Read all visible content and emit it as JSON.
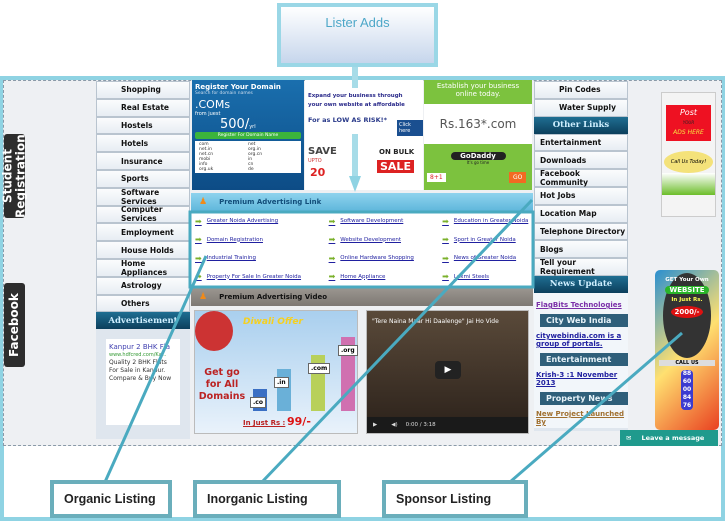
{
  "annotations": {
    "top": "Lister Adds",
    "organic": "Organic Listing",
    "inorganic": "Inorganic Listing",
    "sponsor": "Sponsor Listing"
  },
  "side_tabs": [
    "Student Registration",
    "Facebook"
  ],
  "left_menu": [
    "Shopping",
    "Real Estate",
    "Hostels",
    "Hotels",
    "Insurance",
    "Sports",
    "Software Services",
    "Computer Services",
    "Employment",
    "House Holds",
    "Home Appliances",
    "Astrology",
    "Others"
  ],
  "advertisement": {
    "header": "Advertisement",
    "title": "Kanpur 2 BHK Fla",
    "url": "www.hdfcred.com/Ka...",
    "body": "Quality 2 BHK Flats For Sale in Kanpur. Compare & Buy Now"
  },
  "top_ads": {
    "domain": {
      "title": "Register Your Domain",
      "sub": "Search for domain names",
      "com": ".COMs",
      "from": "from juest",
      "price": "500/",
      "unit": "yrl",
      "button": "Register For Domain Name",
      "tlds": [
        "com",
        "net",
        "net.in",
        "org.in",
        "net.cn",
        "org.cn",
        "mobi",
        "in",
        "info",
        "cn",
        "org.uk",
        "de"
      ]
    },
    "website": {
      "line1": "Expand your business through",
      "line2": "your own website at affordable",
      "line3": "For as LOW AS RISK!*",
      "click": "Click here",
      "save": "SAVE",
      "upto": "UPTO",
      "pct": "20",
      "bulk": "ON BULK",
      "sale": "SALE"
    },
    "godaddy": {
      "head": "Establish your business online today.",
      "price": "Rs.163*.com",
      "brand": "GoDaddy",
      "tag": "It's go time",
      "plus": "8+1",
      "go": "GO"
    }
  },
  "premium_link": {
    "header": "Premium Advertising Link",
    "links": [
      "Greater Noida Advertising",
      "Software Development",
      "Education in Greater Noida",
      "Domain Registration",
      "Website Development",
      "Sport in Greater Noida",
      "Industrial Training",
      "Online Hardware Shopping",
      "News of Greater Noida",
      "Property For Sale In Greater Noida",
      "Home Appliance",
      "Laxmi Steels"
    ]
  },
  "premium_video": {
    "header": "Premium Advertising Video",
    "diwali": {
      "title": "Diwali Offer",
      "tagline": "Get go for All Domains",
      "tlds": [
        ".co",
        ".in",
        ".com",
        ".org"
      ],
      "price_label": "In Just Rs :",
      "price": "99/-"
    },
    "video": {
      "title": "\"Tere Naina Maar Hi Daalenge\" Jai Ho Vide",
      "time": "0:00 / 3:18"
    }
  },
  "right_menu": {
    "top": [
      "Pin Codes",
      "Water Supply"
    ],
    "other_header": "Other Links",
    "other": [
      "Entertainment",
      "Downloads",
      "Facebook Community",
      "Hot Jobs",
      "Location Map",
      "Telephone Directory",
      "Blogs",
      "Tell your Requirement"
    ],
    "news_header": "News Update",
    "news": [
      {
        "type": "link",
        "text": "FlagBits Technologies"
      },
      {
        "type": "head",
        "text": "City Web India"
      },
      {
        "type": "link",
        "text": "citywebindia.com is a group of portals."
      },
      {
        "type": "head",
        "text": "Entertainment"
      },
      {
        "type": "link",
        "text": "Krish-3 :1 November 2013"
      },
      {
        "type": "head",
        "text": "Property News"
      },
      {
        "type": "link",
        "text": "New Project Launched By"
      }
    ]
  },
  "far_right_ads": {
    "post": "Post",
    "your": "YOUR",
    "ads": "ADS HERE",
    "call": "Call Us Today!",
    "get": "GET Your Own",
    "website": "WEBSITE",
    "injust": "In Just Rs.",
    "price": "2000/-",
    "callus": "CALL US",
    "phone": "8860008476"
  },
  "chat": {
    "label": "Leave a message"
  }
}
